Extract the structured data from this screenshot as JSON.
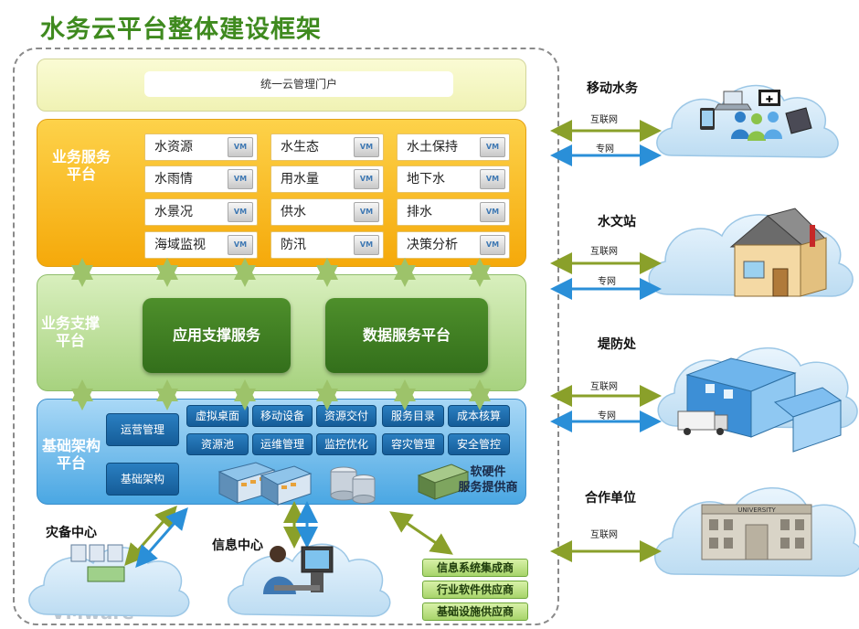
{
  "title": "水务云平台整体建设框架",
  "portal_label": "统一云管理门户",
  "business": {
    "layer_name": [
      "业务服务",
      "平台"
    ],
    "vm_label": "VM",
    "services": [
      "水资源",
      "水生态",
      "水土保持",
      "水雨情",
      "用水量",
      "地下水",
      "水景况",
      "供水",
      "排水",
      "海域监视",
      "防汛",
      "决策分析"
    ]
  },
  "support": {
    "layer_name": [
      "业务支撑",
      "平台"
    ],
    "app_service": "应用支撑服务",
    "data_service": "数据服务平台"
  },
  "infra": {
    "layer_name": [
      "基础架构",
      "平台"
    ],
    "ops_mgmt": "运营管理",
    "base_arch": "基础架构",
    "services": [
      "虚拟桌面",
      "移动设备",
      "资源交付",
      "服务目录",
      "成本核算",
      "资源池",
      "运维管理",
      "监控优化",
      "容灾管理",
      "安全管控"
    ]
  },
  "vendors_title": [
    "软硬件",
    "服务提供商"
  ],
  "vendors": [
    "信息系统集成商",
    "行业软件供应商",
    "基础设施供应商"
  ],
  "disaster_center": "灾备中心",
  "info_center": "信息中心",
  "watermark": "VMware",
  "endpoints": [
    {
      "name": "移动水务",
      "links": [
        "互联网",
        "专网"
      ]
    },
    {
      "name": "水文站",
      "links": [
        "互联网",
        "专网"
      ]
    },
    {
      "name": "堤防处",
      "links": [
        "互联网",
        "专网"
      ]
    },
    {
      "name": "合作单位",
      "links": [
        "互联网"
      ]
    }
  ],
  "university_sign": "UNIVERSITY",
  "colors": {
    "title": "#3f8a1f",
    "business": "#f5a90a",
    "support": "#a7d27f",
    "infra": "#4aa7e3",
    "internet_arrow": "#8aa02a",
    "private_arrow": "#2a8fd8"
  },
  "icons": [
    "cloud-icon",
    "laptop-icon",
    "smartphone-icon",
    "people-icon",
    "house-icon",
    "factory-icon",
    "truck-icon",
    "university-icon",
    "server-rack-icon",
    "storage-icon",
    "network-device-icon",
    "operator-icon",
    "vm-icon"
  ]
}
